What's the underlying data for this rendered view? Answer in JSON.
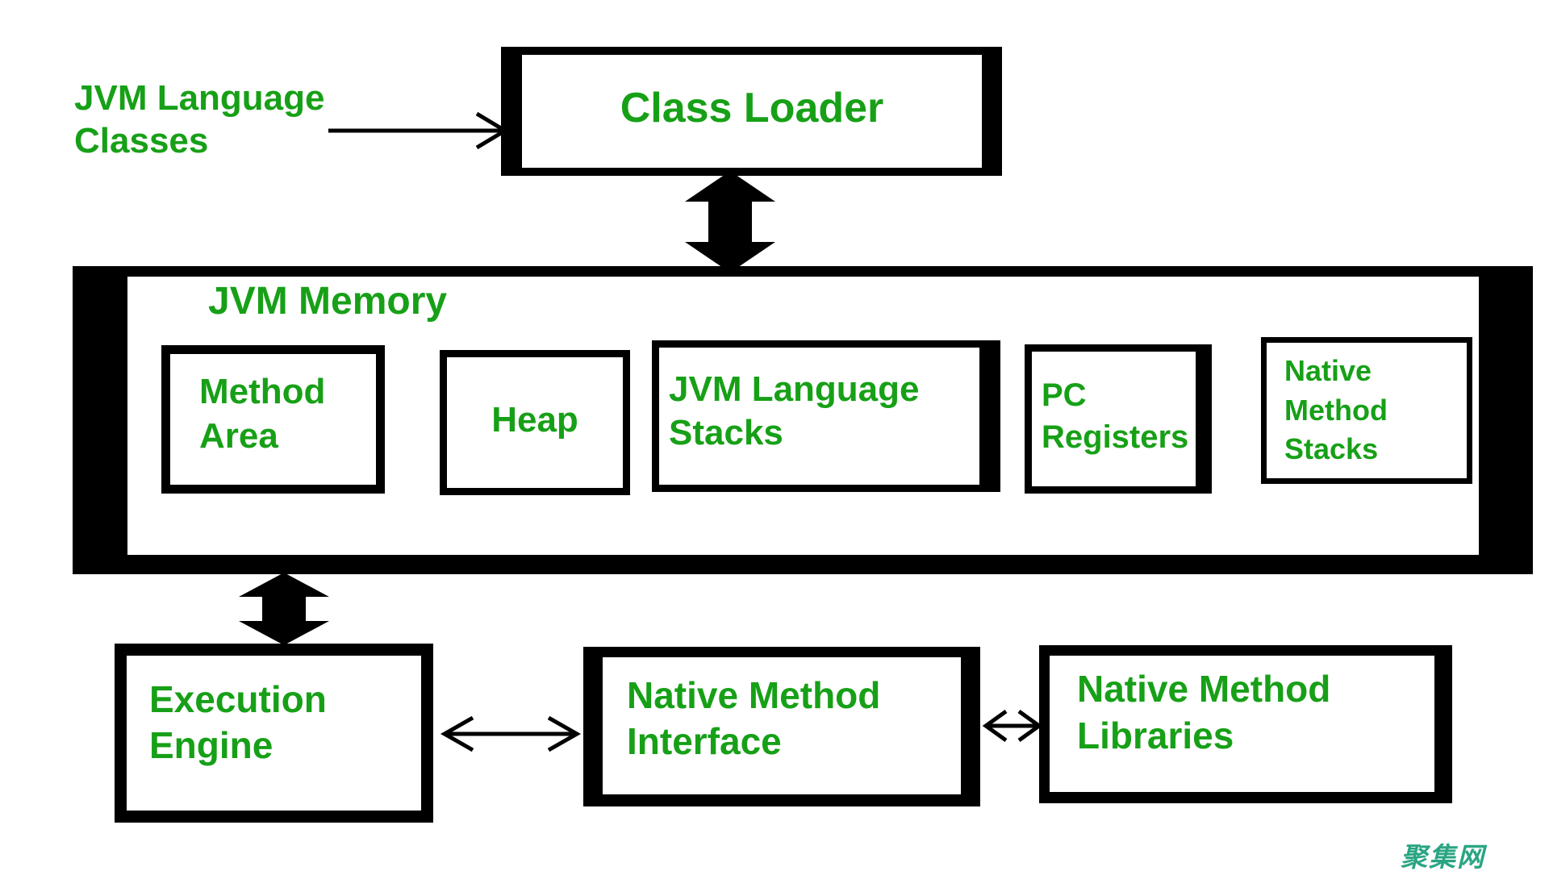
{
  "diagram": {
    "colors": {
      "node_text": "#17a017",
      "line": "#000000",
      "background": "#ffffff",
      "watermark": "#2aa583"
    },
    "nodes": {
      "jvm_language_classes": {
        "label": "JVM Language Classes"
      },
      "class_loader": {
        "label": "Class Loader"
      },
      "jvm_memory": {
        "label": "JVM Memory"
      },
      "method_area": {
        "label": "Method Area"
      },
      "heap": {
        "label": "Heap"
      },
      "jvm_language_stacks": {
        "label": "JVM Language Stacks"
      },
      "pc_registers": {
        "label": "PC Registers"
      },
      "native_method_stacks": {
        "label": "Native Method Stacks"
      },
      "execution_engine": {
        "label": "Execution Engine"
      },
      "native_method_interface": {
        "label": "Native Method Interface"
      },
      "native_method_libraries": {
        "label": "Native Method Libraries"
      }
    },
    "edges": [
      {
        "from": "jvm_language_classes",
        "to": "class_loader",
        "type": "arrow"
      },
      {
        "from": "class_loader",
        "to": "jvm_memory",
        "type": "thick-double-arrow"
      },
      {
        "from": "jvm_memory",
        "to": "execution_engine",
        "type": "thick-double-arrow"
      },
      {
        "from": "execution_engine",
        "to": "native_method_interface",
        "type": "double-arrow"
      },
      {
        "from": "native_method_interface",
        "to": "native_method_libraries",
        "type": "double-arrow"
      }
    ],
    "watermark": {
      "text": "聚集网"
    }
  }
}
